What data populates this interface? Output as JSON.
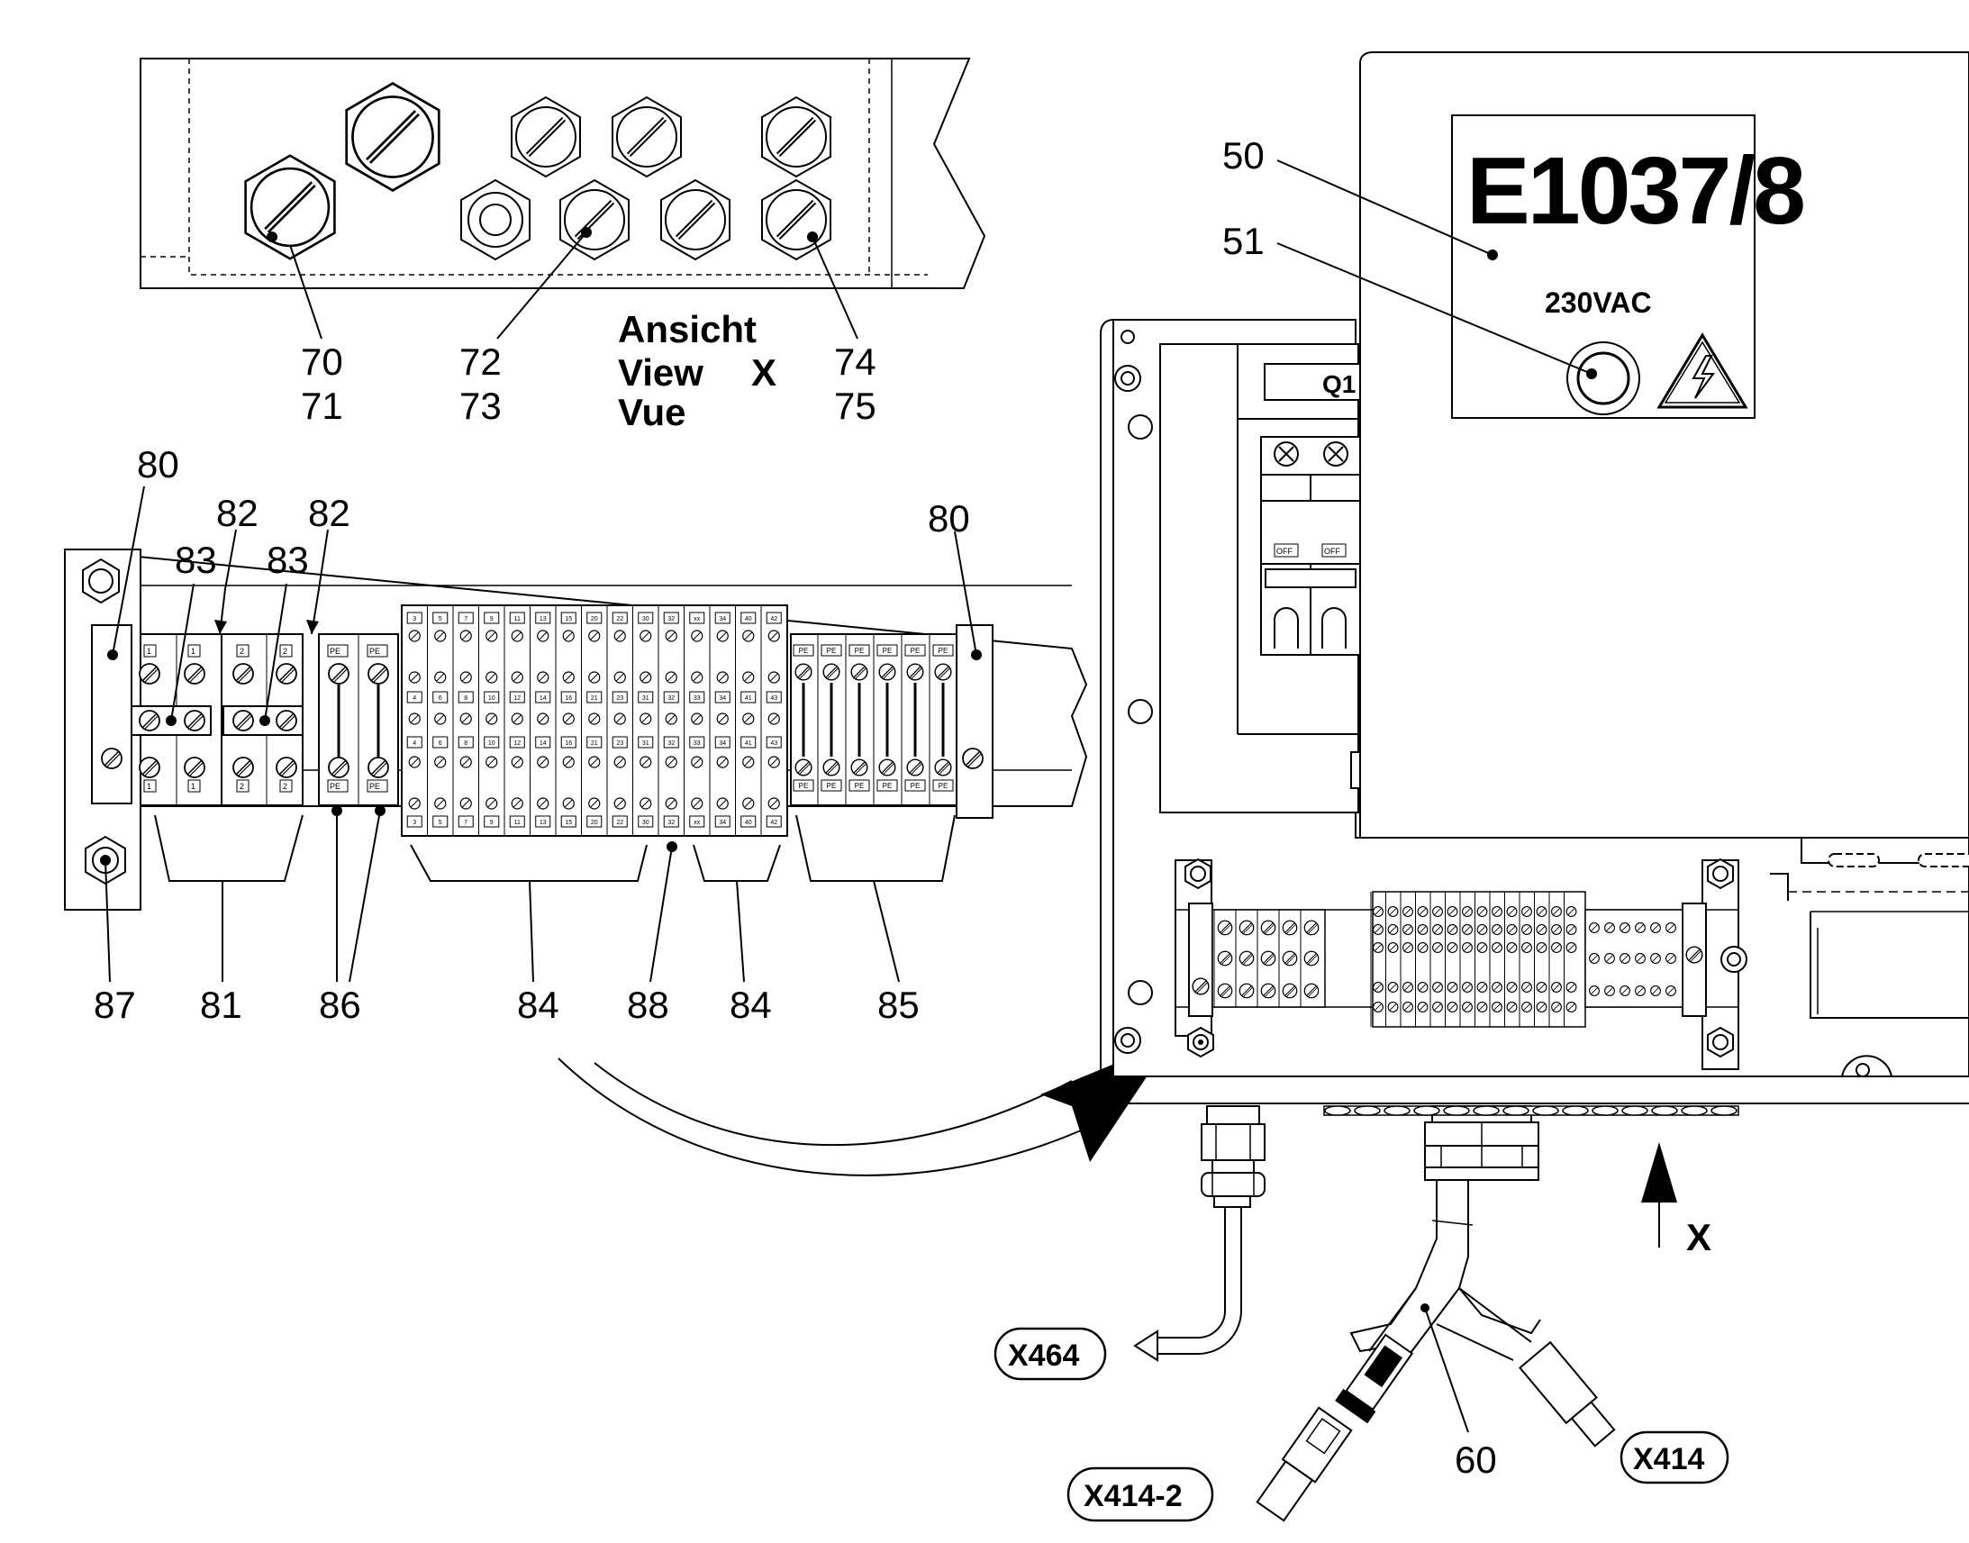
{
  "view_x": {
    "line1": "Ansicht",
    "line2": "View",
    "line3": "Vue",
    "marker": "X"
  },
  "panel": {
    "title": "E1037/8",
    "voltage": "230VAC",
    "switch_label": "Q1",
    "breaker_state": "OFF",
    "warning_icon": "high-voltage-icon"
  },
  "callouts": {
    "c50": "50",
    "c51": "51",
    "c60": "60",
    "c70": "70",
    "c71": "71",
    "c72": "72",
    "c73": "73",
    "c74": "74",
    "c75": "75",
    "c80a": "80",
    "c80b": "80",
    "c81": "81",
    "c82a": "82",
    "c82b": "82",
    "c83a": "83",
    "c83b": "83",
    "c84a": "84",
    "c84b": "84",
    "c85": "85",
    "c86": "86",
    "c87": "87",
    "c88": "88"
  },
  "connectors": {
    "x464": "X464",
    "x414": "X414",
    "x414_2": "X414-2"
  },
  "terminals": {
    "top": [
      "3",
      "5",
      "7",
      "9",
      "11",
      "13",
      "15",
      "20",
      "22",
      "30",
      "32",
      "xx",
      "34",
      "40",
      "42"
    ],
    "upper_mid": [
      "4",
      "6",
      "8",
      "10",
      "12",
      "14",
      "16",
      "21",
      "23",
      "31",
      "32",
      "33",
      "34",
      "41",
      "43"
    ],
    "lower_mid": [
      "4",
      "6",
      "8",
      "10",
      "12",
      "14",
      "16",
      "21",
      "23",
      "31",
      "32",
      "33",
      "34",
      "41",
      "43"
    ],
    "bottom": [
      "3",
      "5",
      "7",
      "9",
      "11",
      "13",
      "15",
      "20",
      "22",
      "30",
      "32",
      "xx",
      "34",
      "40",
      "42"
    ],
    "group81_top": [
      "1",
      "1",
      "2",
      "2"
    ],
    "group81_bottom": [
      "1",
      "1",
      "2",
      "2"
    ],
    "pe": "PE"
  }
}
